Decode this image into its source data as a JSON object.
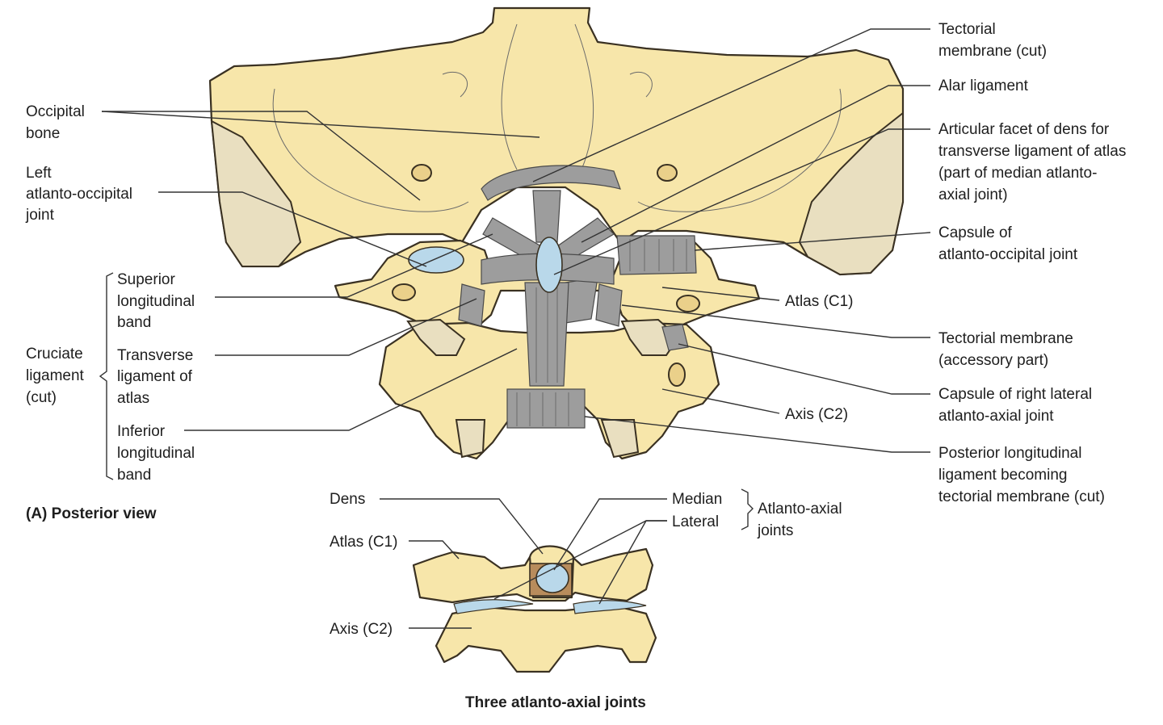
{
  "figure": {
    "panel_label": "(A)  Posterior view",
    "bottom_caption": "Three atlanto-axial joints"
  },
  "colors": {
    "bone": "#f7e6aa",
    "ligament": "#9d9d9d",
    "cartilage": "#b9d8ea",
    "spongy_bone": "#e9dfc0"
  },
  "left_labels": {
    "occipital_bone": [
      "Occipital",
      "bone"
    ],
    "left_atlanto_occipital_joint": [
      "Left",
      "atlanto-occipital",
      "joint"
    ],
    "cruciate_ligament": [
      "Cruciate",
      "ligament",
      "(cut)"
    ],
    "superior_longitudinal_band": [
      "Superior",
      "longitudinal",
      "band"
    ],
    "transverse_ligament": [
      "Transverse",
      "ligament of",
      "atlas"
    ],
    "inferior_longitudinal_band": [
      "Inferior",
      "longitudinal",
      "band"
    ]
  },
  "right_labels": {
    "tectorial_membrane_cut": [
      "Tectorial",
      "membrane (cut)"
    ],
    "alar_ligament": [
      "Alar ligament"
    ],
    "articular_facet_of_dens": [
      "Articular facet of dens for",
      "transverse ligament of atlas",
      "(part of median atlanto-",
      "axial joint)"
    ],
    "capsule_atlanto_occipital": [
      "Capsule of",
      "atlanto-occipital joint"
    ],
    "atlas_c1": [
      "Atlas (C1)"
    ],
    "tectorial_membrane_accessory": [
      "Tectorial membrane",
      "(accessory part)"
    ],
    "capsule_right_lateral": [
      "Capsule of right lateral",
      "atlanto-axial joint"
    ],
    "axis_c2": [
      "Axis (C2)"
    ],
    "posterior_longitudinal_ligament": [
      "Posterior longitudinal",
      "ligament becoming",
      "tectorial membrane (cut)"
    ]
  },
  "inset_labels": {
    "dens": "Dens",
    "atlas": "Atlas (C1)",
    "axis": "Axis (C2)",
    "median": "Median",
    "lateral": "Lateral",
    "atlanto_axial_joints": [
      "Atlanto-axial",
      "joints"
    ]
  }
}
